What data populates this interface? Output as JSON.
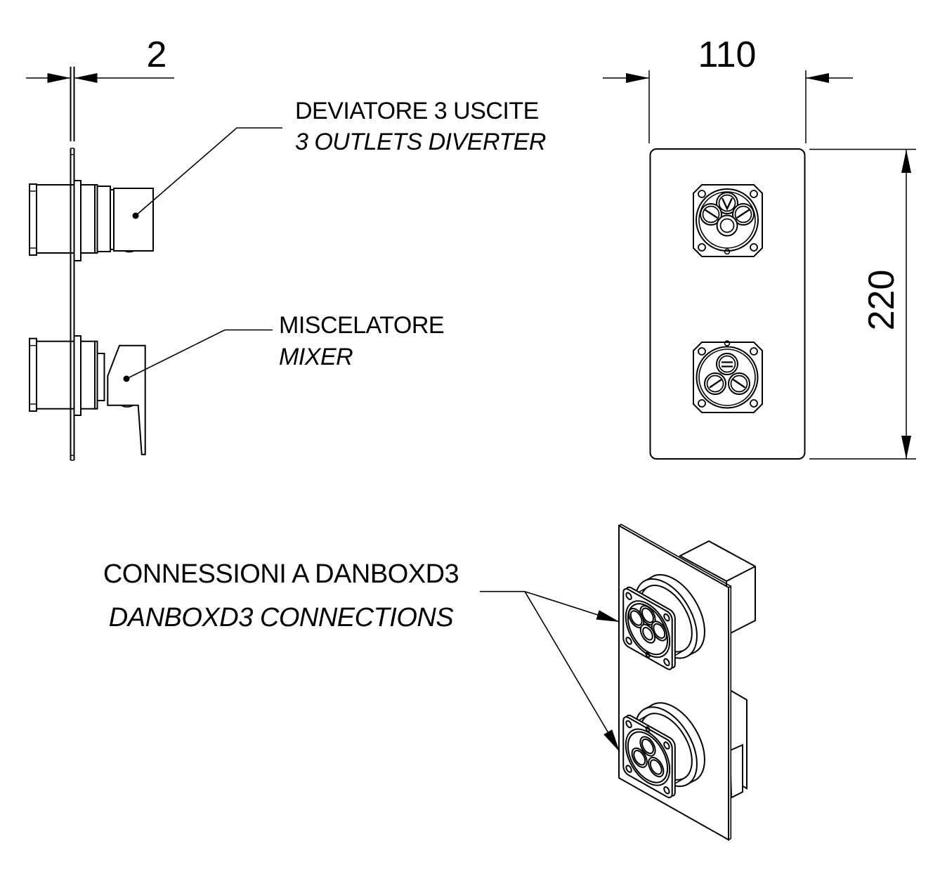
{
  "drawing": {
    "type": "technical-installation-drawing",
    "views": {
      "side_view": "shower valve side profile through 2 mm panel",
      "front_view": "built-in plate with diverter and mixer connectors",
      "isometric_view": "plate with DANBOXD3 connection boxes"
    },
    "labels": {
      "diverter": {
        "it": "DEVIATORE 3 USCITE",
        "en": "3 OUTLETS DIVERTER"
      },
      "mixer": {
        "it": "MISCELATORE",
        "en": "MIXER"
      },
      "connections": {
        "it": "CONNESSIONI A DANBOXD3",
        "en": "DANBOXD3 CONNECTIONS"
      }
    },
    "dimensions": {
      "plate_thickness": "2",
      "plate_width": "110",
      "plate_height": "220"
    },
    "colors": {
      "line": "#000000",
      "background": "#ffffff",
      "text": "#000000"
    }
  }
}
